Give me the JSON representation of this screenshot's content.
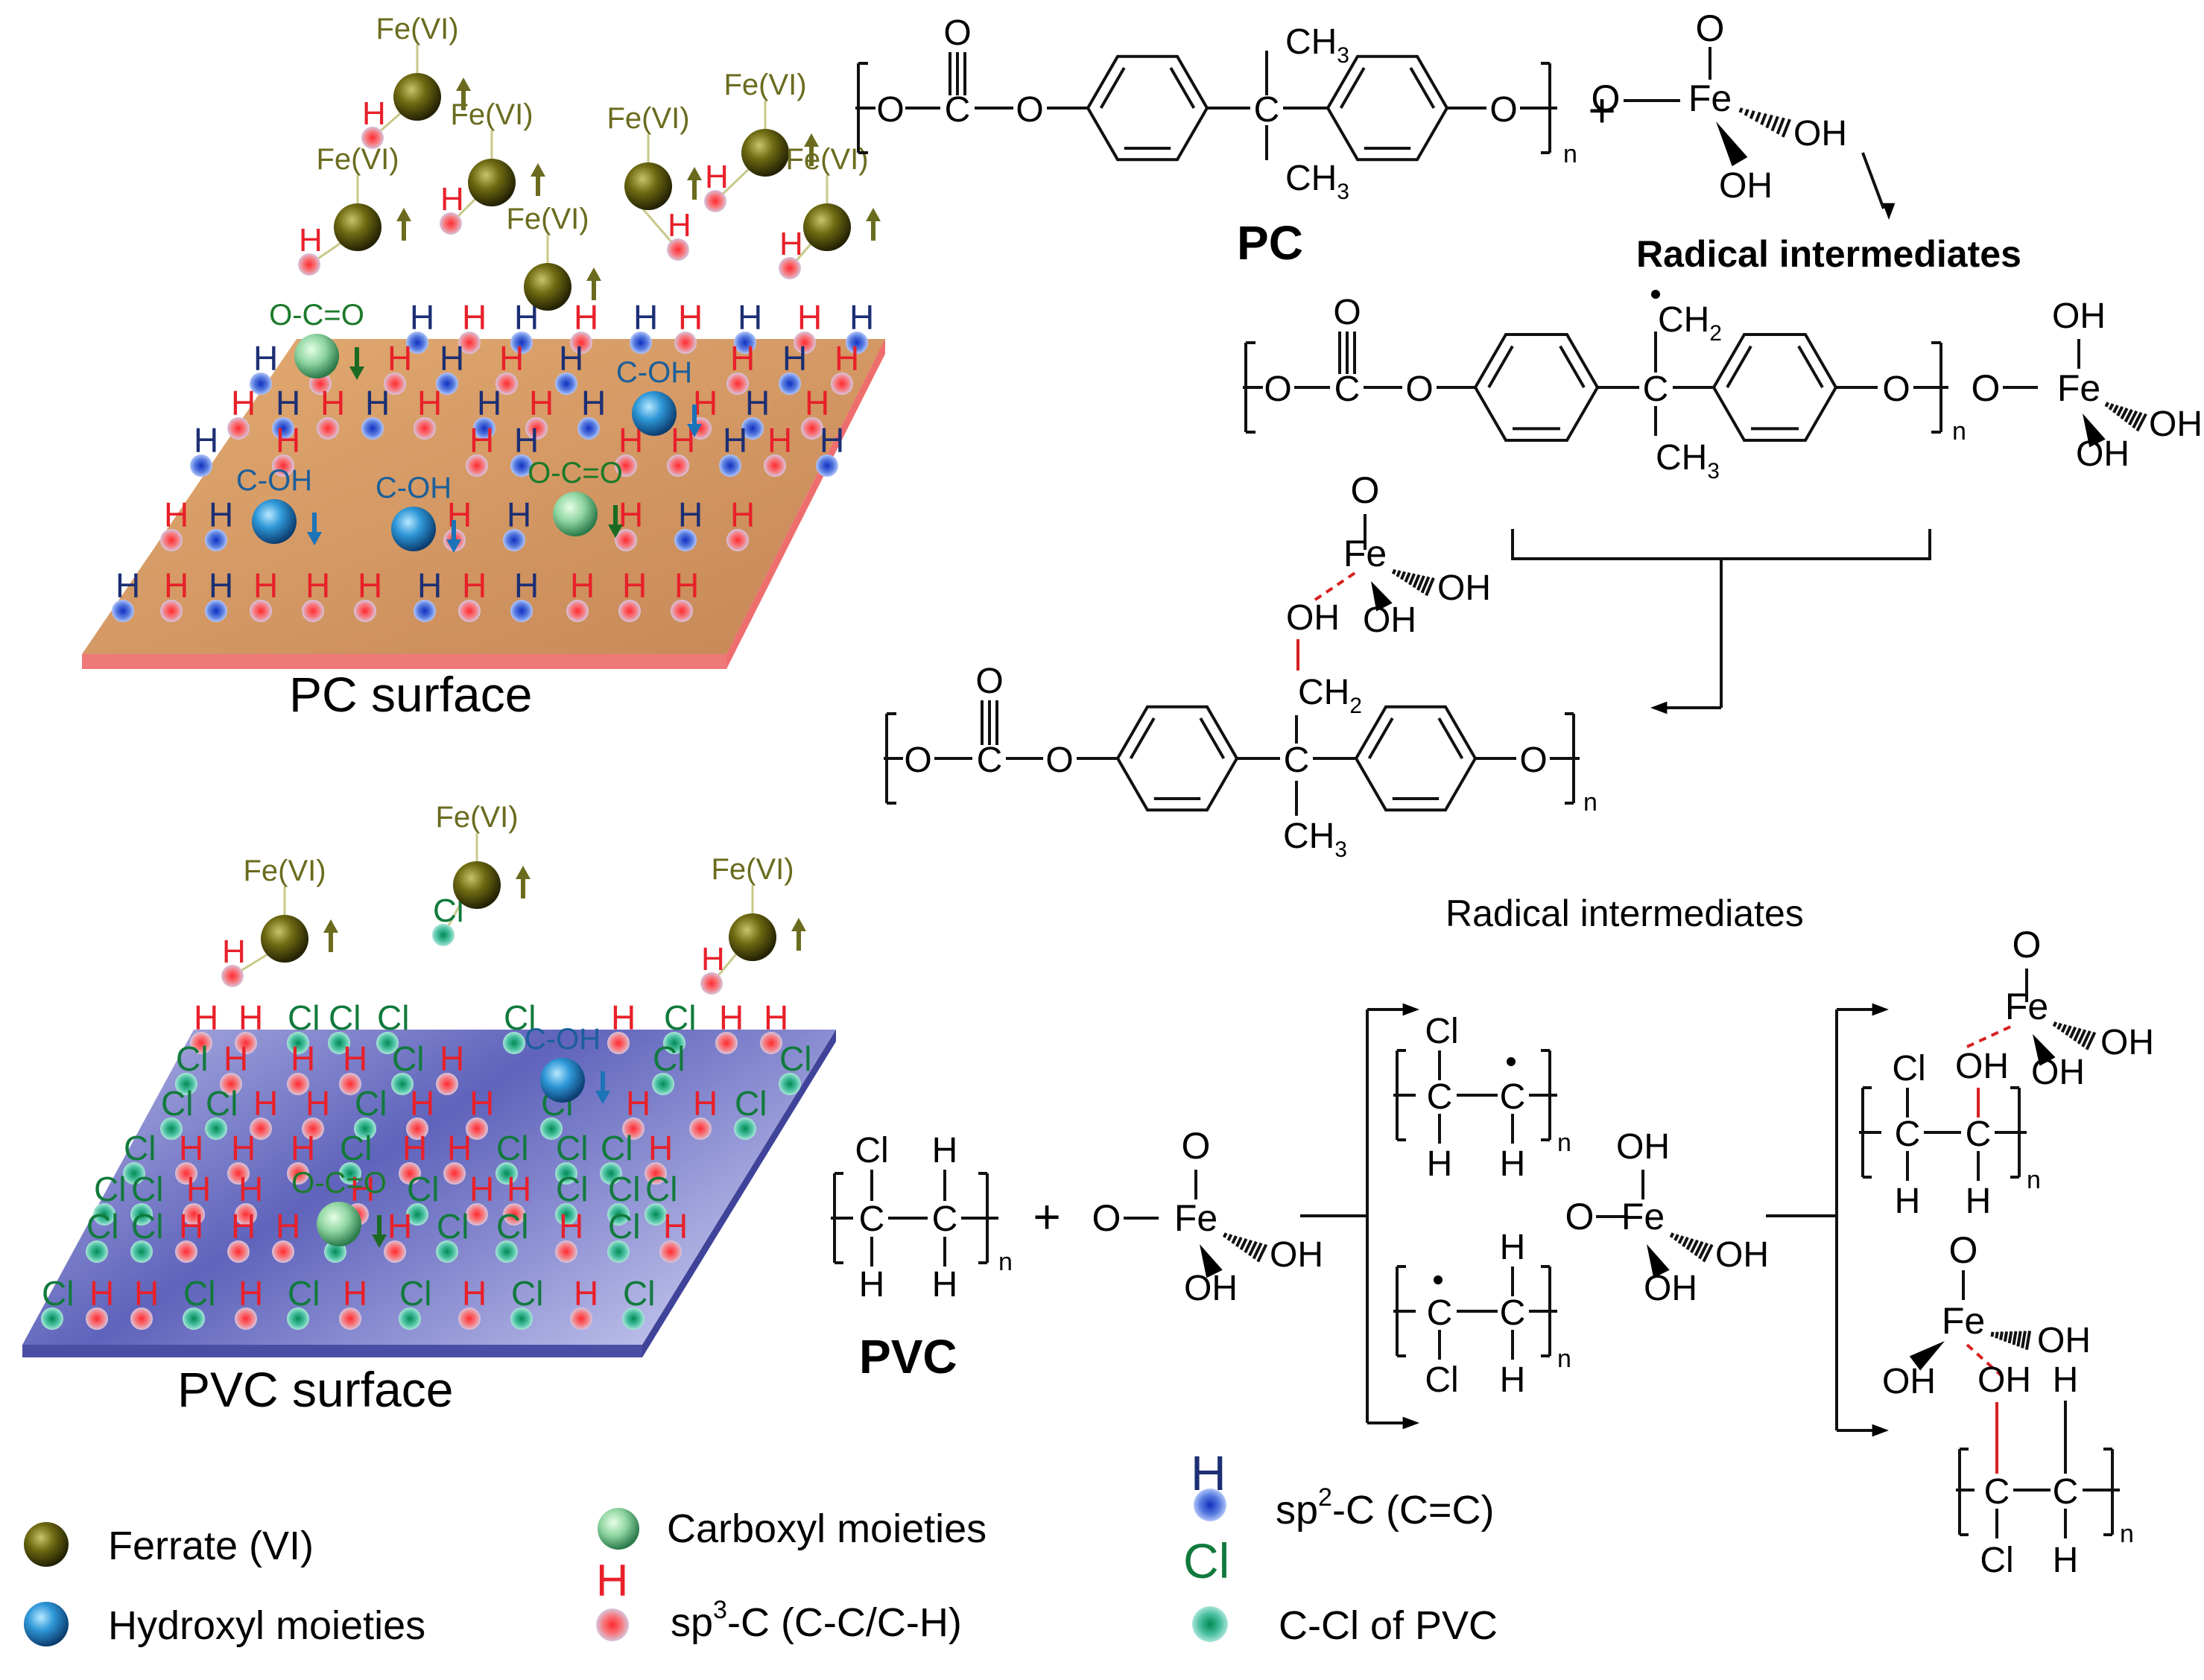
{
  "labels": {
    "fe": "Fe(VI)",
    "h": "H",
    "cl": "Cl",
    "carboxyl_group": "O-C=O",
    "hydroxyl_group": "C-OH",
    "pc_surface": "PC surface",
    "pvc_surface": "PVC surface",
    "pc": "PC",
    "pvc": "PVC",
    "radical_intermediates": "Radical intermediates",
    "plus": "+"
  },
  "chem": {
    "o": "O",
    "c": "C",
    "fe": "Fe",
    "oh": "OH",
    "h": "H",
    "cl": "Cl",
    "ch": "CH",
    "sub2": "2",
    "sub3": "3",
    "n": "n"
  },
  "legend": {
    "ferrate": "Ferrate (VI)",
    "hydroxyl": "Hydroxyl moieties",
    "carboxyl": "Carboxyl moieties",
    "sp3_prefix": "sp",
    "sp3_sup": "3",
    "sp3_suffix": "-C (C-C/C-H)",
    "sp2_prefix": "sp",
    "sp2_sup": "2",
    "sp2_suffix": "-C (C=C)",
    "ccl": "C-Cl of PVC"
  },
  "colors": {
    "fe_label": "#6b6b1f",
    "sp3_h": "#e8202a",
    "sp2_h": "#1c2f74",
    "cl": "#117a3c",
    "carboxyl_text": "#1b7a2a",
    "hydroxyl_text": "#1c5f9a",
    "pc_surface": "#d39a68",
    "pvc_surface": "#6a6ec0",
    "bond_red": "#d62020"
  }
}
